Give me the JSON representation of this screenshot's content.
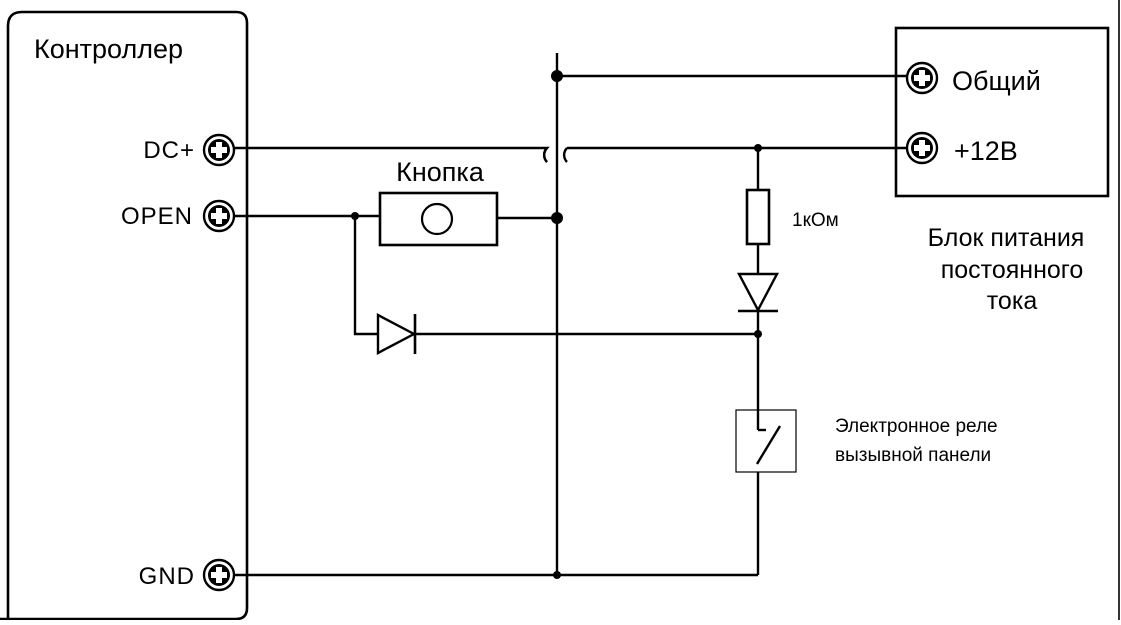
{
  "controller": {
    "title": "Контроллер",
    "pins": {
      "dc_plus": "DC+",
      "open": "OPEN",
      "gnd": "GND"
    }
  },
  "power_supply": {
    "terminals": {
      "common": "Общий",
      "plus12": "+12В"
    },
    "caption": [
      "Блок питания",
      "постоянного",
      "тока"
    ]
  },
  "components": {
    "button": "Кнопка",
    "resistor": "1кОм",
    "relay_caption": [
      "Электронное реле",
      "вызывной панели"
    ]
  }
}
